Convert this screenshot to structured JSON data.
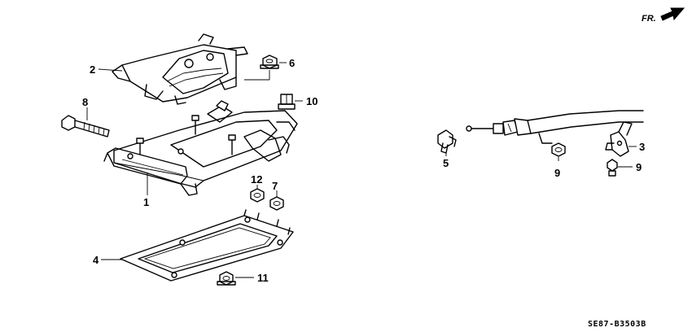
{
  "direction": {
    "label": "FR."
  },
  "diagram_code": "SE87-B3503B",
  "callouts": {
    "c1": "1",
    "c2": "2",
    "c3": "3",
    "c4": "4",
    "c5": "5",
    "c6": "6",
    "c7": "7",
    "c8": "8",
    "c9a": "9",
    "c9b": "9",
    "c10": "10",
    "c11": "11",
    "c12": "12"
  }
}
